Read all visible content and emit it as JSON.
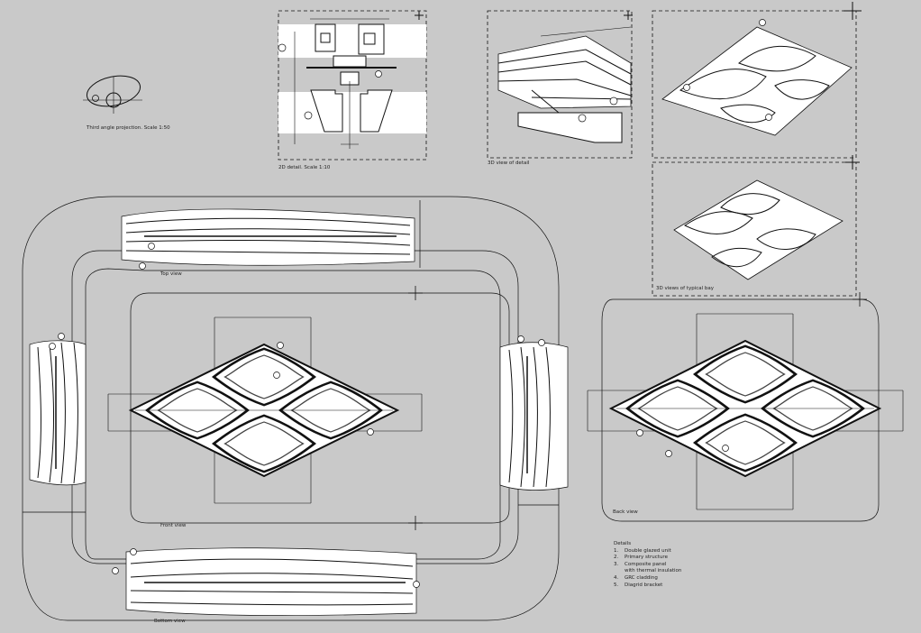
{
  "projection": {
    "caption": "Third angle projection. Scale 1:50"
  },
  "labels": {
    "detail_2d": "2D detail. Scale 1:10",
    "detail_3d": "3D view of detail",
    "typical_bay": "3D views of typical bay",
    "top_view": "Top view",
    "front_view": "Front view",
    "back_view": "Back view",
    "bottom_view": "Bottom view"
  },
  "details": {
    "title": "Details",
    "items": [
      {
        "num": "1.",
        "text": "Double glazed unit"
      },
      {
        "num": "2.",
        "text": "Primary structure"
      },
      {
        "num": "3.",
        "text": "Composite panel"
      },
      {
        "num": "",
        "text": "with thermal insulation"
      },
      {
        "num": "4.",
        "text": "GRC cladding"
      },
      {
        "num": "5.",
        "text": "Diagrid bracket"
      }
    ]
  },
  "colors": {
    "background": "#c9c9c9",
    "ink": "#1a1a1a",
    "paper": "#ffffff"
  }
}
